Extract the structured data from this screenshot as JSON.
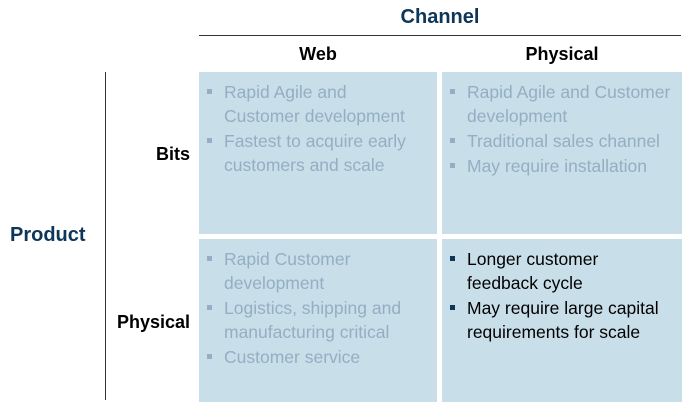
{
  "channel": {
    "title": "Channel",
    "columns": [
      "Web",
      "Physical"
    ]
  },
  "product": {
    "title": "Product",
    "rows": [
      "Bits",
      "Physical"
    ]
  },
  "cells": {
    "bits_web": {
      "items": [
        "Rapid Agile and Customer development",
        "Fastest to acquire early customers and scale"
      ]
    },
    "bits_physical": {
      "items": [
        "Rapid Agile and Customer development",
        "Traditional sales channel",
        "May require installation"
      ]
    },
    "physical_web": {
      "items": [
        "Rapid Customer development",
        "Logistics, shipping and manufacturing critical",
        "Customer service"
      ]
    },
    "physical_physical": {
      "items": [
        "Longer customer feedback cycle",
        "May require large capital requirements for scale"
      ]
    }
  },
  "colors": {
    "heading": "#0d3659",
    "cell_background": "#c8dfe9",
    "muted_text": "#94aec3"
  }
}
